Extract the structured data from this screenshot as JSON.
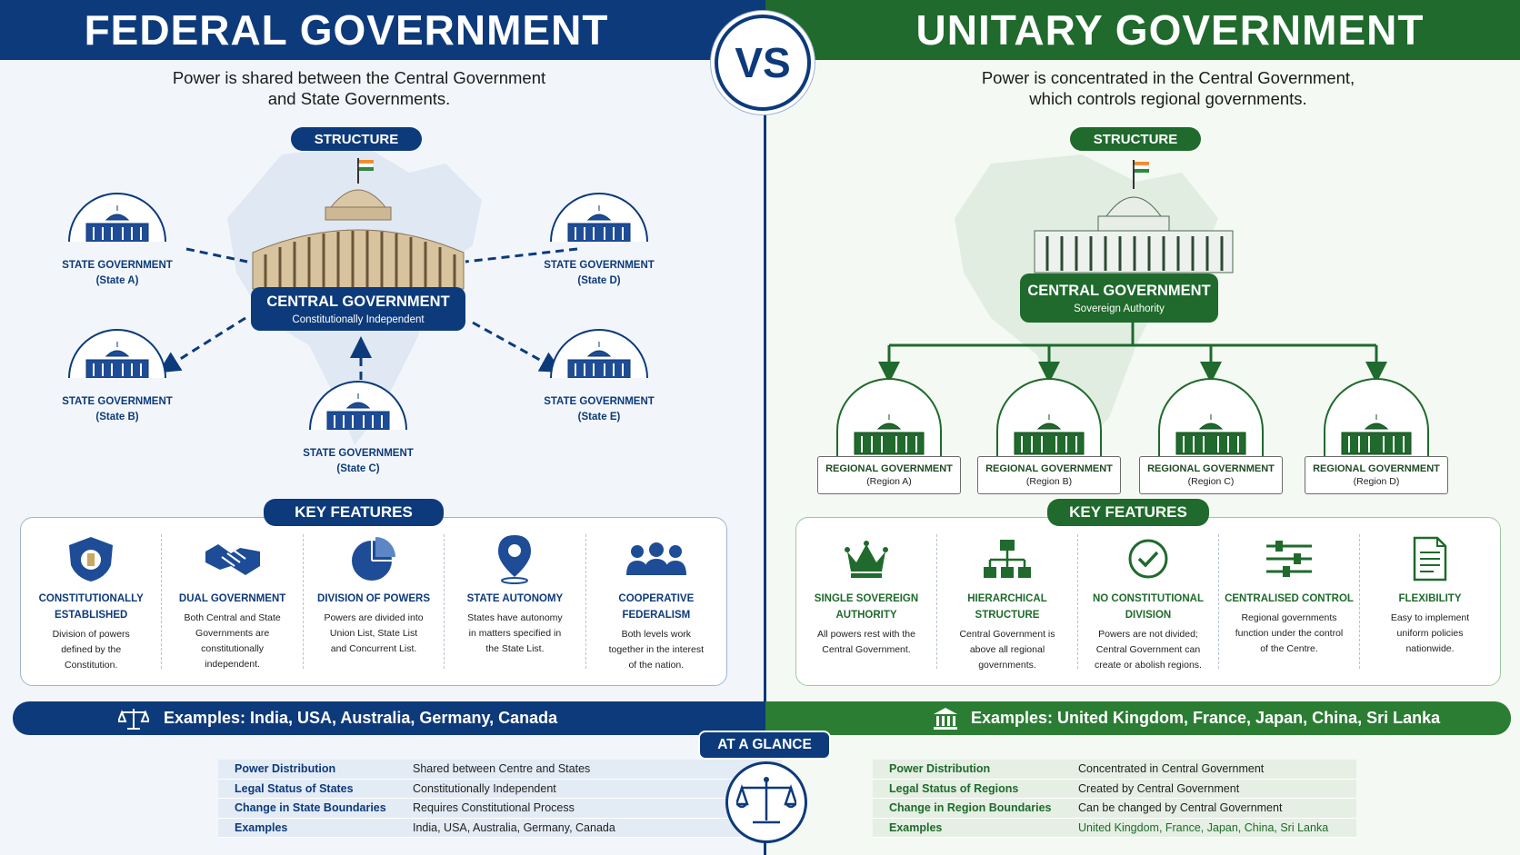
{
  "federal": {
    "title": "FEDERAL GOVERNMENT",
    "tagline_1": "Power is shared between the Central Government",
    "tagline_2": "and State Governments.",
    "structure_label": "STRUCTURE",
    "central": {
      "title": "CENTRAL GOVERNMENT",
      "subtitle": "Constitutionally Independent"
    },
    "states": [
      {
        "name": "STATE GOVERNMENT",
        "sub": "(State A)"
      },
      {
        "name": "STATE GOVERNMENT",
        "sub": "(State B)"
      },
      {
        "name": "STATE GOVERNMENT",
        "sub": "(State C)"
      },
      {
        "name": "STATE GOVERNMENT",
        "sub": "(State D)"
      },
      {
        "name": "STATE GOVERNMENT",
        "sub": "(State E)"
      }
    ],
    "key_features_label": "KEY FEATURES",
    "features": [
      {
        "icon": "shield-emblem-icon",
        "title_1": "CONSTITUTIONALLY",
        "title_2": "ESTABLISHED",
        "desc_1": "Division of powers",
        "desc_2": "defined by the",
        "desc_3": "Constitution."
      },
      {
        "icon": "handshake-icon",
        "title_1": "DUAL GOVERNMENT",
        "title_2": "",
        "desc_1": "Both Central and State",
        "desc_2": "Governments are",
        "desc_3": "constitutionally",
        "desc_4": "independent."
      },
      {
        "icon": "pie-chart-icon",
        "title_1": "DIVISION OF POWERS",
        "title_2": "",
        "desc_1": "Powers are divided into",
        "desc_2": "Union List, State List",
        "desc_3": "and Concurrent List."
      },
      {
        "icon": "location-pin-icon",
        "title_1": "STATE AUTONOMY",
        "title_2": "",
        "desc_1": "States have autonomy",
        "desc_2": "in matters specified in",
        "desc_3": "the State List."
      },
      {
        "icon": "people-group-icon",
        "title_1": "COOPERATIVE FEDERALISM",
        "title_2": "",
        "desc_1": "Both levels work",
        "desc_2": "together in the interest",
        "desc_3": "of the nation."
      }
    ],
    "examples": "Examples: India, USA, Australia, Germany, Canada"
  },
  "unitary": {
    "title": "UNITARY GOVERNMENT",
    "tagline_1": "Power is concentrated in the Central Government,",
    "tagline_2": "which controls regional governments.",
    "structure_label": "STRUCTURE",
    "central": {
      "title": "CENTRAL GOVERNMENT",
      "subtitle": "Sovereign Authority"
    },
    "regions": [
      {
        "name": "REGIONAL GOVERNMENT",
        "sub": "(Region A)"
      },
      {
        "name": "REGIONAL GOVERNMENT",
        "sub": "(Region B)"
      },
      {
        "name": "REGIONAL GOVERNMENT",
        "sub": "(Region C)"
      },
      {
        "name": "REGIONAL GOVERNMENT",
        "sub": "(Region D)"
      }
    ],
    "key_features_label": "KEY FEATURES",
    "features": [
      {
        "icon": "crown-icon",
        "title_1": "SINGLE SOVEREIGN",
        "title_2": "AUTHORITY",
        "desc_1": "All powers rest with the",
        "desc_2": "Central Government."
      },
      {
        "icon": "hierarchy-icon",
        "title_1": "HIERARCHICAL STRUCTURE",
        "title_2": "",
        "desc_1": "Central Government is",
        "desc_2": "above all regional",
        "desc_3": "governments."
      },
      {
        "icon": "check-circle-icon",
        "title_1": "NO CONSTITUTIONAL",
        "title_2": "DIVISION",
        "desc_1": "Powers are not divided;",
        "desc_2": "Central Government can",
        "desc_3": "create or abolish regions."
      },
      {
        "icon": "sliders-icon",
        "title_1": "CENTRALISED CONTROL",
        "title_2": "",
        "desc_1": "Regional governments",
        "desc_2": "function under the control",
        "desc_3": "of the Centre."
      },
      {
        "icon": "document-icon",
        "title_1": "FLEXIBILITY",
        "title_2": "",
        "desc_1": "Easy to implement",
        "desc_2": "uniform policies",
        "desc_3": "nationwide."
      }
    ],
    "examples": "Examples: United Kingdom, France, Japan, China, Sri Lanka"
  },
  "vs_label": "VS",
  "at_a_glance": {
    "label": "AT A GLANCE",
    "federal_rows": [
      {
        "key": "Power Distribution",
        "value": "Shared between Centre and States"
      },
      {
        "key": "Legal Status of States",
        "value": "Constitutionally Independent"
      },
      {
        "key": "Change in State Boundaries",
        "value": "Requires Constitutional Process"
      },
      {
        "key": "Examples",
        "value": "India, USA, Australia, Germany, Canada"
      }
    ],
    "unitary_rows": [
      {
        "key": "Power Distribution",
        "value": "Concentrated in Central Government"
      },
      {
        "key": "Legal Status of Regions",
        "value": "Created by Central Government"
      },
      {
        "key": "Change in Region Boundaries",
        "value": "Can be changed by Central Government"
      },
      {
        "key": "Examples",
        "value": "United Kingdom, France, Japan, China, Sri Lanka"
      }
    ]
  },
  "colors": {
    "federal_blue": "#0d3a7a",
    "unitary_green": "#1f6a2c"
  }
}
